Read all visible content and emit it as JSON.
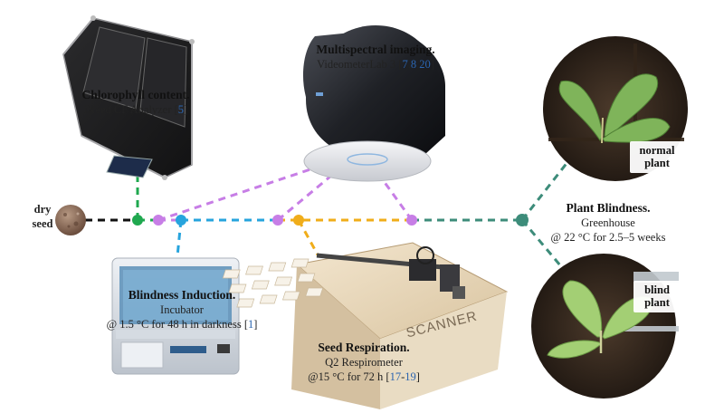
{
  "seed": {
    "line1": "dry",
    "line2": "seed"
  },
  "chlorophyll": {
    "title": "Chlorophyll content.",
    "sub": "iXeed CF Analyzer [",
    "ref": "5",
    "end": "]"
  },
  "multispectral": {
    "title": "Multispectral imaging.",
    "sub": "VideometerLab 3 [",
    "refs": [
      "7",
      "8",
      "20"
    ],
    "end": "]"
  },
  "blindness_induction": {
    "title": "Blindness Induction.",
    "sub": "Incubator",
    "cond": "@ 1.5 °C for 48 h in darkness [",
    "ref": "1",
    "end": "]"
  },
  "seed_respiration": {
    "title": "Seed Respiration.",
    "sub": "Q2 Respirometer",
    "cond": "@15 °C for 72 h [",
    "ref_a": "17",
    "ref_b": "19",
    "end": "]"
  },
  "plant_blindness": {
    "title": "Plant Blindness.",
    "sub": "Greenhouse",
    "cond": "@ 22 °C for 2.5–5 weeks"
  },
  "normal_plant": {
    "line1": "normal",
    "line2": "plant"
  },
  "blind_plant": {
    "line1": "blind",
    "line2": "plant"
  },
  "scanner_text": "SCANNER",
  "colors": {
    "black": "#111111",
    "green": "#1fa84f",
    "violet": "#c77ee6",
    "blue": "#27a4dd",
    "orange": "#f0ad1a",
    "teal": "#3d8c7a"
  }
}
